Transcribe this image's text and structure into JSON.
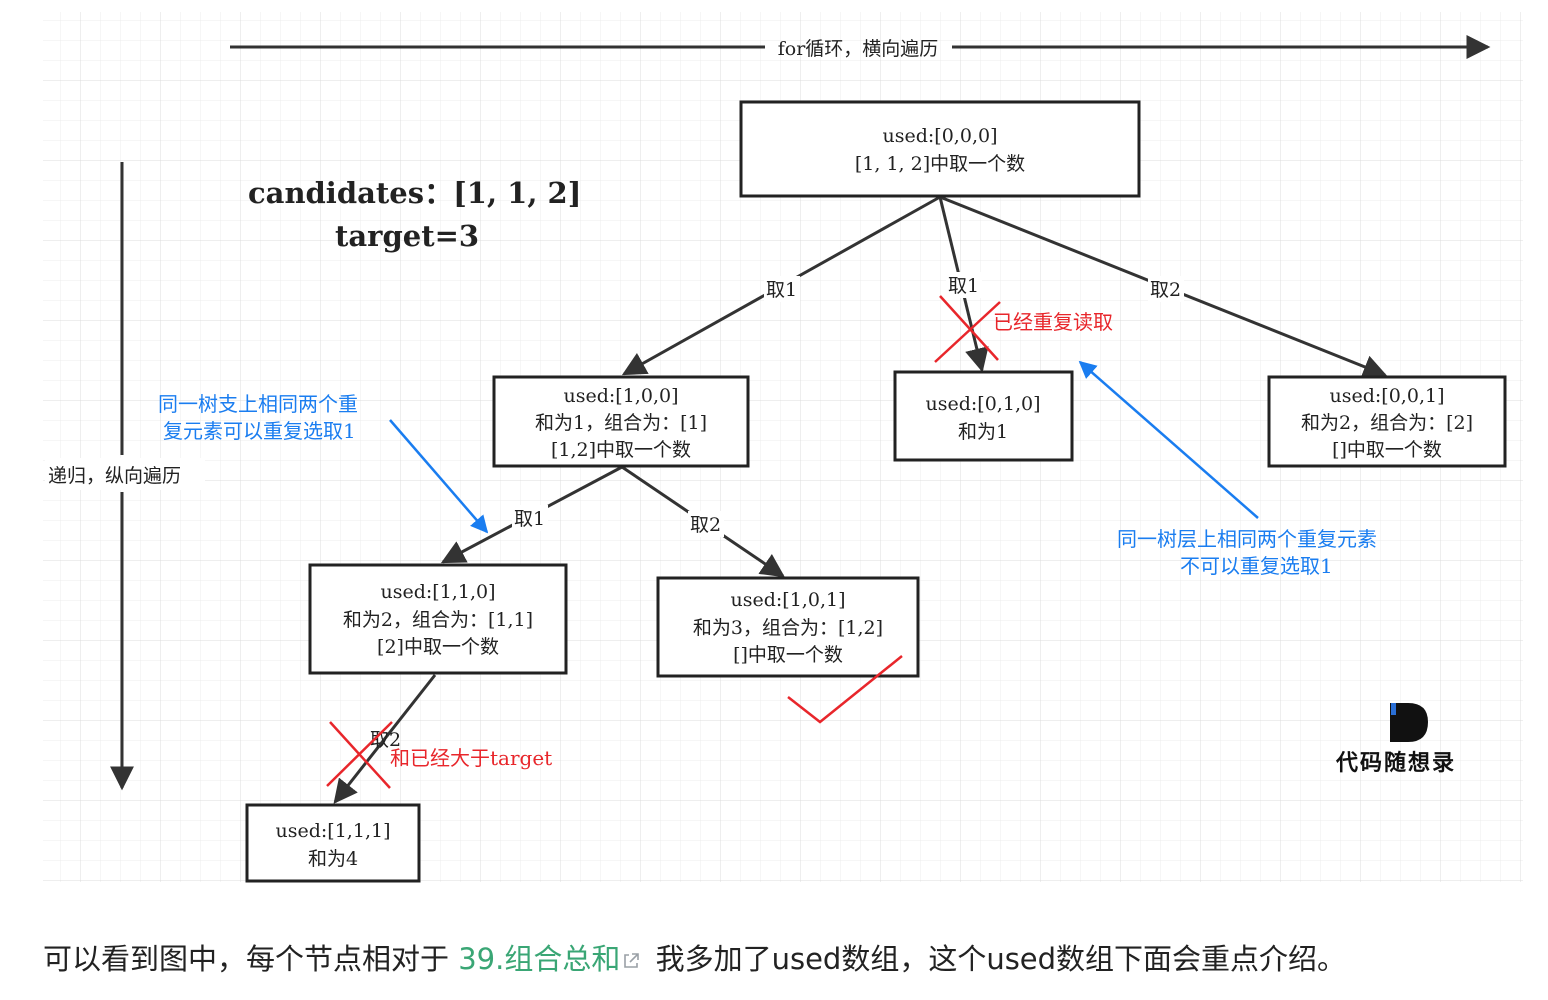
{
  "diagram": {
    "for_loop_label": "for循环，横向遍历",
    "recursion_label": "递归，纵向遍历",
    "info": {
      "candidates": "candidates：[1, 1, 2]",
      "target": "target=3"
    },
    "nodes": {
      "root": [
        "used:[0,0,0]",
        "[1, 1, 2]中取一个数"
      ],
      "n100": [
        "used:[1,0,0]",
        "和为1，组合为：[1]",
        "[1,2]中取一个数"
      ],
      "n010": [
        "used:[0,1,0]",
        "和为1"
      ],
      "n001": [
        "used:[0,0,1]",
        "和为2，组合为：[2]",
        "[]中取一个数"
      ],
      "n110": [
        "used:[1,1,0]",
        "和为2，组合为：[1,1]",
        "[2]中取一个数"
      ],
      "n101": [
        "used:[1,0,1]",
        "和为3，组合为：[1,2]",
        "[]中取一个数"
      ],
      "n111": [
        "used:[1,1,1]",
        "和为4"
      ]
    },
    "edges": {
      "root_n100": "取1",
      "root_n010": "取1",
      "root_n001": "取2",
      "n100_n110": "取1",
      "n100_n101": "取2",
      "n110_n111": "取2"
    },
    "annotations": {
      "already_used": "已经重复读取",
      "over_target": "和已经大于target",
      "same_branch": [
        "同一树支上相同两个重",
        "复元素可以重复选取1"
      ],
      "same_layer": [
        "同一树层上相同两个重复元素",
        "不可以重复选取1"
      ]
    },
    "logo": "代码随想录",
    "colors": {
      "red": "#e8262b",
      "blue": "#1a7df0",
      "link": "#3aa675"
    }
  },
  "caption": {
    "before": "可以看到图中，每个节点相对于 ",
    "link": "39.组合总和",
    "after": " 我多加了used数组，这个used数组下面会重点介绍。"
  }
}
